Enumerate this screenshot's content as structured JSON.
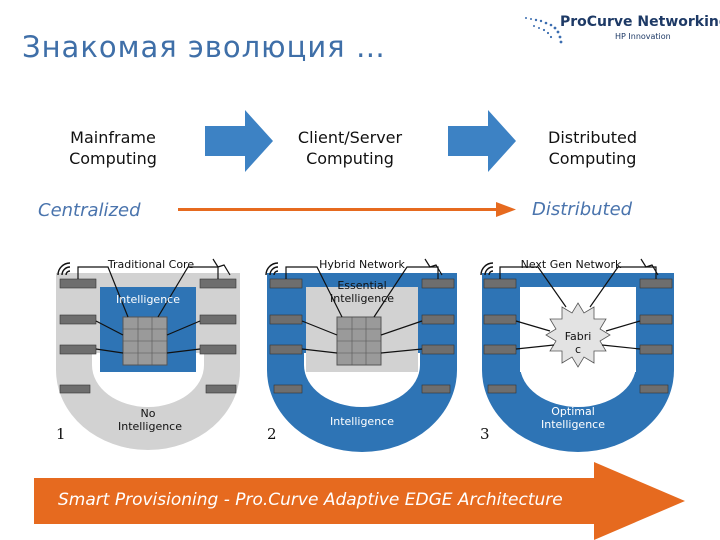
{
  "slide": {
    "title": "Знакомая эволюция …",
    "logo": {
      "main": "ProCurve Networking",
      "sub": "HP Innovation"
    }
  },
  "stages": [
    {
      "line1": "Mainframe",
      "line2": "Computing"
    },
    {
      "line1": "Client/Server",
      "line2": "Computing"
    },
    {
      "line1": "Distributed",
      "line2": "Computing"
    }
  ],
  "spectrum": {
    "left": "Centralized",
    "right": "Distributed"
  },
  "panels": [
    {
      "number": "1",
      "header": "Traditional Core",
      "top_label": "Intelligence",
      "bottom_label_1": "No",
      "bottom_label_2": "Intelligence"
    },
    {
      "number": "2",
      "header": "Hybrid Network",
      "top_label_1": "Essential",
      "top_label_2": "Intelligence",
      "bottom_label": "Intelligence"
    },
    {
      "number": "3",
      "header": "Next Gen Network",
      "fabric_1": "Fabri",
      "fabric_2": "c",
      "bottom_label_1": "Optimal",
      "bottom_label_2": "Intelligence"
    }
  ],
  "footer": {
    "text": "Smart Provisioning - Pro.Curve Adaptive EDGE Architecture"
  },
  "colors": {
    "title": "#3f6fa8",
    "blue": "#2e74b5",
    "orange": "#e66a1f",
    "stage_arrow": "#3d82c4"
  }
}
